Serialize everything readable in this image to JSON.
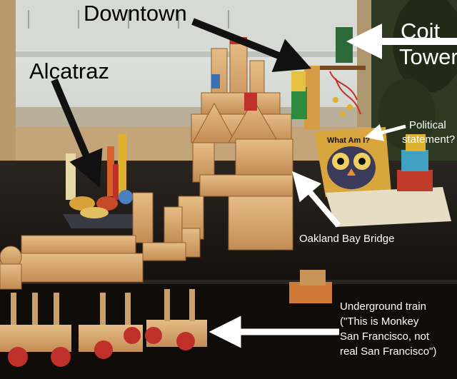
{
  "labels": {
    "downtown": "Downtown",
    "coit_line1": "Coit",
    "coit_line2": "Tower",
    "alcatraz": "Alcatraz",
    "political_line1": "Political",
    "political_line2": "statement?",
    "bay_bridge": "Oakland Bay Bridge",
    "train_line1": "Underground train",
    "train_line2": "(\"This is Monkey",
    "train_line3": "San Francisco, not",
    "train_line4": "real San Francisco\")"
  },
  "book": {
    "title": "What Am I?"
  },
  "colors": {
    "wood": "#d9ab72",
    "wood_dark": "#b67e48",
    "red": "#c0302a",
    "window": "#dfe3de",
    "table": "#1b1713",
    "shelf": "#0f0c0a",
    "label_black": "#000000",
    "label_white": "#ffffff",
    "arrow_black": "#111111",
    "arrow_white": "#ffffff"
  }
}
